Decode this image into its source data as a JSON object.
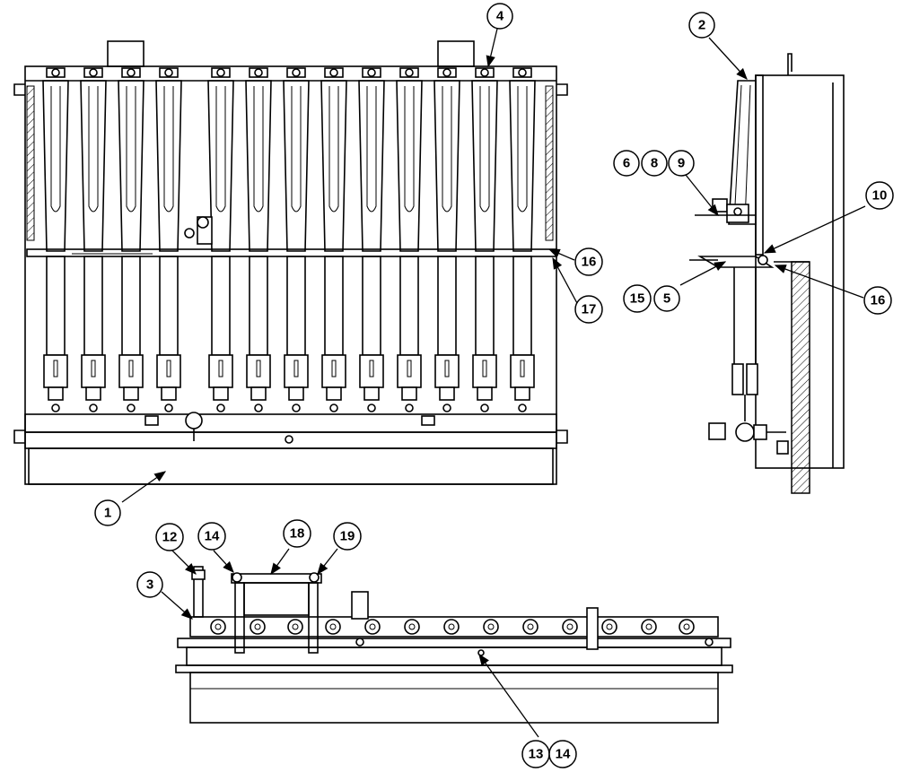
{
  "callouts": {
    "c1": "1",
    "c2": "2",
    "c3": "3",
    "c4": "4",
    "c5": "5",
    "c6": "6",
    "c8": "8",
    "c9": "9",
    "c10": "10",
    "c12": "12",
    "c13": "13",
    "c14a": "14",
    "c14b": "14",
    "c15": "15",
    "c16a": "16",
    "c16b": "16",
    "c17": "17",
    "c18": "18",
    "c19": "19"
  }
}
